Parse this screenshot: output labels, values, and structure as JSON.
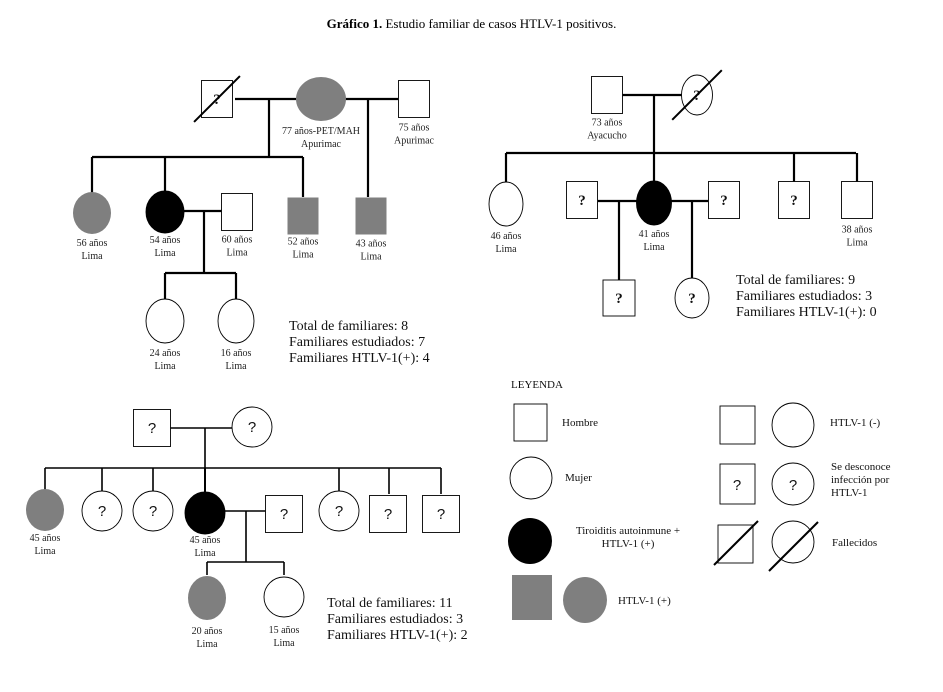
{
  "title": {
    "prefix": "Gráfico 1.",
    "text": "Estudio familiar de casos HTLV-1 positivos."
  },
  "colors": {
    "htlv_positive": "#7f7f7f",
    "tiroiditis_htlv_positive": "#000000",
    "negative": "#ffffff"
  },
  "family1": {
    "founders": [
      {
        "id": "f1-grandfather",
        "sex": "male",
        "status": "unknown",
        "deceased": true,
        "mark": "?"
      },
      {
        "id": "f1-grandmother",
        "sex": "female",
        "status": "htlv_positive",
        "label": [
          "77 años-PET/MAH",
          "Apurimac"
        ]
      },
      {
        "id": "f1-second-husband",
        "sex": "male",
        "status": "negative",
        "label": [
          "75 años",
          "Apurimac"
        ]
      }
    ],
    "children": [
      {
        "id": "f1-c1",
        "sex": "female",
        "status": "htlv_positive",
        "label": [
          "56 años",
          "Lima"
        ]
      },
      {
        "id": "f1-c2",
        "sex": "female",
        "status": "tiroiditis_htlv_positive",
        "label": [
          "54 años",
          "Lima"
        ]
      },
      {
        "id": "f1-c2-spouse",
        "sex": "male",
        "status": "negative",
        "label": [
          "60 años",
          "Lima"
        ]
      },
      {
        "id": "f1-c3",
        "sex": "male",
        "status": "htlv_positive",
        "label": [
          "52 años",
          "Lima"
        ]
      },
      {
        "id": "f1-c4",
        "sex": "male",
        "status": "htlv_positive",
        "label": [
          "43 años",
          "Lima"
        ]
      }
    ],
    "grandchildren": [
      {
        "id": "f1-g1",
        "sex": "female",
        "status": "negative",
        "label": [
          "24 años",
          "Lima"
        ]
      },
      {
        "id": "f1-g2",
        "sex": "female",
        "status": "negative",
        "label": [
          "16 años",
          "Lima"
        ]
      }
    ],
    "stats": [
      "Total de familiares: 8",
      "Familiares estudiados: 7",
      "Familiares HTLV-1(+): 4"
    ]
  },
  "family2": {
    "founders": [
      {
        "id": "f2-father",
        "sex": "male",
        "status": "negative",
        "label": [
          "73 años",
          "Ayacucho"
        ]
      },
      {
        "id": "f2-mother",
        "sex": "female",
        "status": "unknown",
        "deceased": true,
        "mark": "?"
      }
    ],
    "children": [
      {
        "id": "f2-c1",
        "sex": "female",
        "status": "negative",
        "label": [
          "46 años",
          "Lima"
        ]
      },
      {
        "id": "f2-spouse-a",
        "sex": "male",
        "status": "unknown",
        "mark": "?"
      },
      {
        "id": "f2-c2",
        "sex": "female",
        "status": "tiroiditis_htlv_positive",
        "label": [
          "41 años",
          "Lima"
        ]
      },
      {
        "id": "f2-spouse-b",
        "sex": "male",
        "status": "unknown",
        "mark": "?"
      },
      {
        "id": "f2-c3",
        "sex": "male",
        "status": "unknown",
        "mark": "?"
      },
      {
        "id": "f2-c4",
        "sex": "male",
        "status": "negative",
        "label": [
          "38 años",
          "Lima"
        ]
      }
    ],
    "grandchildren": [
      {
        "id": "f2-g1",
        "sex": "male",
        "status": "unknown",
        "mark": "?"
      },
      {
        "id": "f2-g2",
        "sex": "female",
        "status": "unknown",
        "mark": "?"
      }
    ],
    "stats": [
      "Total de familiares: 9",
      "Familiares estudiados: 3",
      "Familiares HTLV-1(+): 0"
    ]
  },
  "family3": {
    "founders": [
      {
        "id": "f3-father",
        "sex": "male",
        "status": "unknown",
        "mark": "?"
      },
      {
        "id": "f3-mother",
        "sex": "female",
        "status": "unknown",
        "mark": "?"
      }
    ],
    "children": [
      {
        "id": "f3-c1",
        "sex": "female",
        "status": "htlv_positive",
        "label": [
          "45 años",
          "Lima"
        ]
      },
      {
        "id": "f3-c2",
        "sex": "female",
        "status": "unknown",
        "mark": "?"
      },
      {
        "id": "f3-c3",
        "sex": "female",
        "status": "unknown",
        "mark": "?"
      },
      {
        "id": "f3-c4",
        "sex": "female",
        "status": "tiroiditis_htlv_positive",
        "label": [
          "45 años",
          "Lima"
        ]
      },
      {
        "id": "f3-c4-spouse",
        "sex": "male",
        "status": "unknown",
        "mark": "?"
      },
      {
        "id": "f3-c5",
        "sex": "female",
        "status": "unknown",
        "mark": "?"
      },
      {
        "id": "f3-c6",
        "sex": "male",
        "status": "unknown",
        "mark": "?"
      },
      {
        "id": "f3-c7",
        "sex": "male",
        "status": "unknown",
        "mark": "?"
      }
    ],
    "grandchildren": [
      {
        "id": "f3-g1",
        "sex": "female",
        "status": "htlv_positive",
        "label": [
          "20 años",
          "Lima"
        ]
      },
      {
        "id": "f3-g2",
        "sex": "female",
        "status": "negative",
        "label": [
          "15 años",
          "Lima"
        ]
      }
    ],
    "stats": [
      "Total de familiares: 11",
      "Familiares estudiados: 3",
      "Familiares HTLV-1(+): 2"
    ]
  },
  "legend": {
    "title": "LEYENDA",
    "items": [
      {
        "key": "hombre",
        "text": [
          "Hombre"
        ]
      },
      {
        "key": "mujer",
        "text": [
          "Mujer"
        ]
      },
      {
        "key": "tiroiditis",
        "text": [
          "Tiroiditis autoinmune +",
          "HTLV-1 (+)"
        ]
      },
      {
        "key": "htlv_pos",
        "text": [
          "HTLV-1 (+)"
        ]
      },
      {
        "key": "htlv_neg",
        "text": [
          "HTLV-1 (-)"
        ]
      },
      {
        "key": "desconoce",
        "text": [
          "Se desconoce",
          "infección por",
          "HTLV-1"
        ]
      },
      {
        "key": "fallecidos",
        "text": [
          "Fallecidos"
        ]
      }
    ],
    "unknown_mark": "?"
  }
}
